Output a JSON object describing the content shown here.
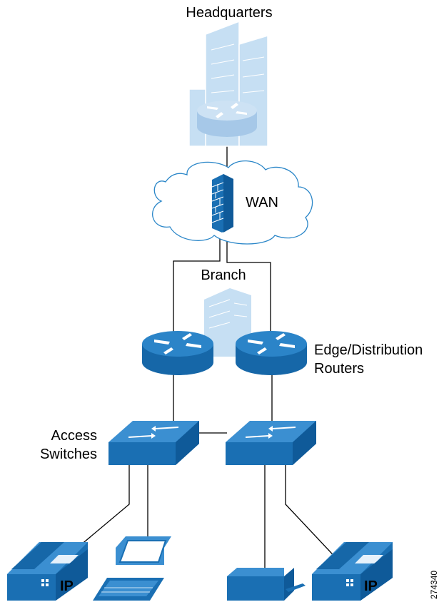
{
  "labels": {
    "headquarters": "Headquarters",
    "wan": "WAN",
    "branch": "Branch",
    "edge_line1": "Edge/Distribution",
    "edge_line2": "Routers",
    "access_line1": "Access",
    "access_line2": "Switches",
    "phone_badge": "IP",
    "figure_id": "274340"
  },
  "colors": {
    "device_blue": "#1a6fb3",
    "device_light": "#3b8fd1",
    "building_light": "#c6dff3",
    "router_hq": "#b7d4ee",
    "line": "#000000"
  }
}
